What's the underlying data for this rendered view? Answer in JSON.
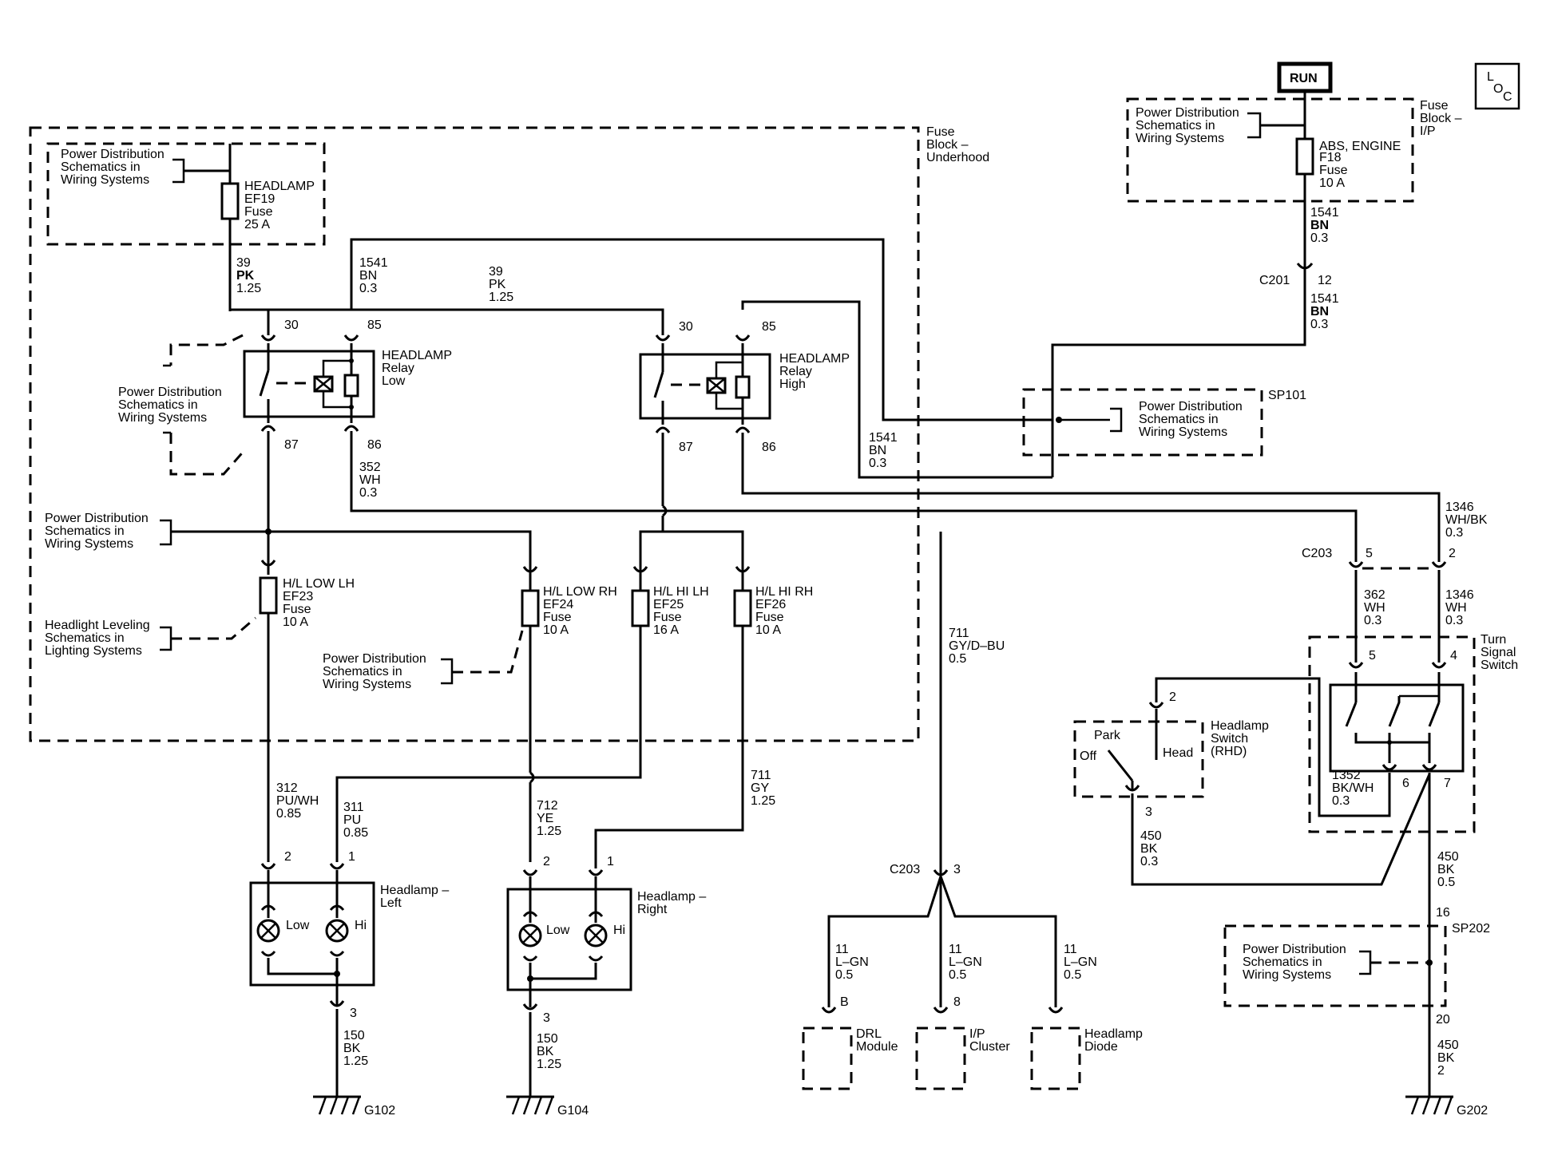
{
  "corner_tag": {
    "l": "L",
    "o": "O",
    "c": "C"
  },
  "run_label": "RUN",
  "power_dist": [
    "Power Distribution",
    "Schematics in",
    "Wiring Systems"
  ],
  "headlight_leveling": [
    "Headlight Leveling",
    "Schematics in",
    "Lighting Systems"
  ],
  "fuse_block_underhood": [
    "Fuse",
    "Block –",
    "Underhood"
  ],
  "fuse_block_ip": [
    "Fuse",
    "Block –",
    "I/P"
  ],
  "fuses": {
    "ef19": [
      "HEADLAMP",
      "EF19",
      "Fuse",
      "25 A"
    ],
    "f18": [
      "ABS, ENGINE",
      "F18",
      "Fuse",
      "10 A"
    ],
    "ef23": [
      "H/L LOW LH",
      "EF23",
      "Fuse",
      "10 A"
    ],
    "ef24": [
      "H/L LOW RH",
      "EF24",
      "Fuse",
      "10 A"
    ],
    "ef25": [
      "H/L HI LH",
      "EF25",
      "Fuse",
      "16 A"
    ],
    "ef26": [
      "H/L HI RH",
      "EF26",
      "Fuse",
      "10 A"
    ]
  },
  "relays": {
    "low": [
      "HEADLAMP",
      "Relay",
      "Low"
    ],
    "high": [
      "HEADLAMP",
      "Relay",
      "High"
    ],
    "pins": {
      "p30": "30",
      "p85": "85",
      "p87": "87",
      "p86": "86"
    }
  },
  "wires": {
    "w39pk_a": [
      "39",
      "PK",
      "1.25"
    ],
    "w39pk_b": [
      "39",
      "PK",
      "1.25"
    ],
    "w1541_a": [
      "1541",
      "BN",
      "0.3"
    ],
    "w1541_b": [
      "1541",
      "BN",
      "0.3"
    ],
    "w1541_c": [
      "1541",
      "BN",
      "0.3"
    ],
    "w1541_d": [
      "1541",
      "BN",
      "0.3"
    ],
    "w352": [
      "352",
      "WH",
      "0.3"
    ],
    "w1346a": [
      "1346",
      "WH/BK",
      "0.3"
    ],
    "w1346b": [
      "1346",
      "WH",
      "0.3"
    ],
    "w362": [
      "362",
      "WH",
      "0.3"
    ],
    "w711a": [
      "711",
      "GY/D–BU",
      "0.5"
    ],
    "w711b": [
      "711",
      "GY",
      "1.25"
    ],
    "w312": [
      "312",
      "PU/WH",
      "0.85"
    ],
    "w311": [
      "311",
      "PU",
      "0.85"
    ],
    "w712": [
      "712",
      "YE",
      "1.25"
    ],
    "w1352": [
      "1352",
      "BK/WH",
      "0.3"
    ],
    "w450a": [
      "450",
      "BK",
      "0.3"
    ],
    "w450b": [
      "450",
      "BK",
      "0.5"
    ],
    "w450c": [
      "450",
      "BK",
      "2"
    ],
    "w150a": [
      "150",
      "BK",
      "1.25"
    ],
    "w150b": [
      "150",
      "BK",
      "1.25"
    ],
    "w11a": [
      "11",
      "L–GN",
      "0.5"
    ],
    "w11b": [
      "11",
      "L–GN",
      "0.5"
    ],
    "w11c": [
      "11",
      "L–GN",
      "0.5"
    ]
  },
  "connectors": {
    "c201": "C201",
    "c201_pin": "12",
    "c203": "C203",
    "c203_p5": "5",
    "c203_p2": "2",
    "c203b": "C203",
    "c203b_p3": "3"
  },
  "splices": {
    "sp101": "SP101",
    "sp202": "SP202",
    "sp202_16": "16",
    "sp202_20": "20"
  },
  "turn_signal": {
    "label": [
      "Turn",
      "Signal",
      "Switch"
    ],
    "p5": "5",
    "p4": "4",
    "p6": "6",
    "p7": "7"
  },
  "headlamp_switch": {
    "label": [
      "Headlamp",
      "Switch",
      "(RHD)"
    ],
    "park": "Park",
    "off": "Off",
    "head": "Head",
    "p2": "2",
    "p3": "3"
  },
  "headlamp_left": {
    "label": [
      "Headlamp –",
      "Left"
    ],
    "low": "Low",
    "hi": "Hi",
    "p2": "2",
    "p1": "1",
    "p3": "3"
  },
  "headlamp_right": {
    "label": [
      "Headlamp –",
      "Right"
    ],
    "low": "Low",
    "hi": "Hi",
    "p2": "2",
    "p1": "1",
    "p3": "3"
  },
  "modules": {
    "drl": {
      "pin": "B",
      "label": [
        "DRL",
        "Module"
      ]
    },
    "ip": {
      "pin": "8",
      "label": [
        "I/P",
        "Cluster"
      ]
    },
    "diode": {
      "pin": "",
      "label": [
        "Headlamp",
        "Diode"
      ]
    }
  },
  "grounds": {
    "g102": "G102",
    "g104": "G104",
    "g202": "G202"
  }
}
